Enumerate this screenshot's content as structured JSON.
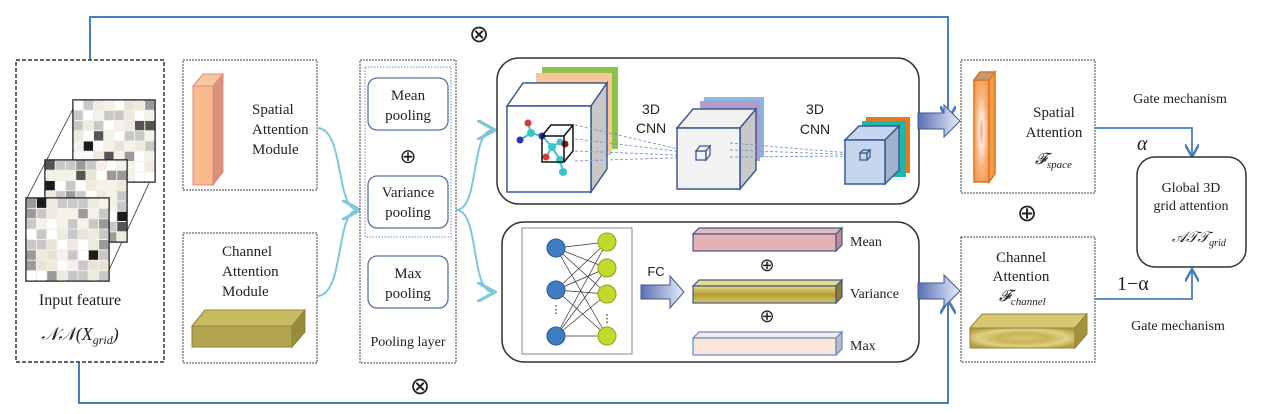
{
  "input": {
    "label": "Input feature",
    "math_main": "𝒩𝒩(X",
    "math_sub": "grid",
    "math_close": ")"
  },
  "spatial_module": {
    "lines": [
      "Spatial",
      "Attention",
      "Module"
    ]
  },
  "channel_module": {
    "lines": [
      "Channel",
      "Attention",
      "Module"
    ]
  },
  "pooling": {
    "mean": [
      "Mean",
      "pooling"
    ],
    "variance": [
      "Variance",
      "pooling"
    ],
    "max": [
      "Max",
      "pooling"
    ],
    "caption": "Pooling layer",
    "plus": "⊕"
  },
  "cnn_branch": {
    "label1": [
      "3D",
      "CNN"
    ],
    "label2": [
      "3D",
      "CNN"
    ]
  },
  "fc_branch": {
    "fc_label": "FC",
    "bars": [
      "Mean",
      "Variance",
      "Max"
    ],
    "plus": "⊕",
    "dots": "⋮"
  },
  "spatial_output": {
    "lines": [
      "Spatial",
      "Attention"
    ],
    "math_main": "𝓕",
    "math_sub": "space"
  },
  "channel_output": {
    "lines": [
      "Channel",
      "Attention"
    ],
    "math_main": "𝓕",
    "math_sub": "channel"
  },
  "merge_plus": "⊕",
  "global": {
    "lines": [
      "Global 3D",
      "grid attention"
    ],
    "math_main": "𝒜𝒯𝒯",
    "math_sub": "grid"
  },
  "gates": {
    "top_label": "Gate mechanism",
    "top_weight": "α",
    "bottom_label": "Gate mechanism",
    "bottom_weight": "1−α"
  },
  "skip": {
    "top_symbol": "⊗",
    "bottom_symbol": "⊗"
  },
  "colors": {
    "line_blue": "#4a7ebb",
    "flow_cyan": "#7ec8dc",
    "spatial_orange": "#f8b98e",
    "channel_olive": "#b2a44f",
    "node_blue": "#3f7cc0",
    "node_green": "#c4d92e"
  }
}
